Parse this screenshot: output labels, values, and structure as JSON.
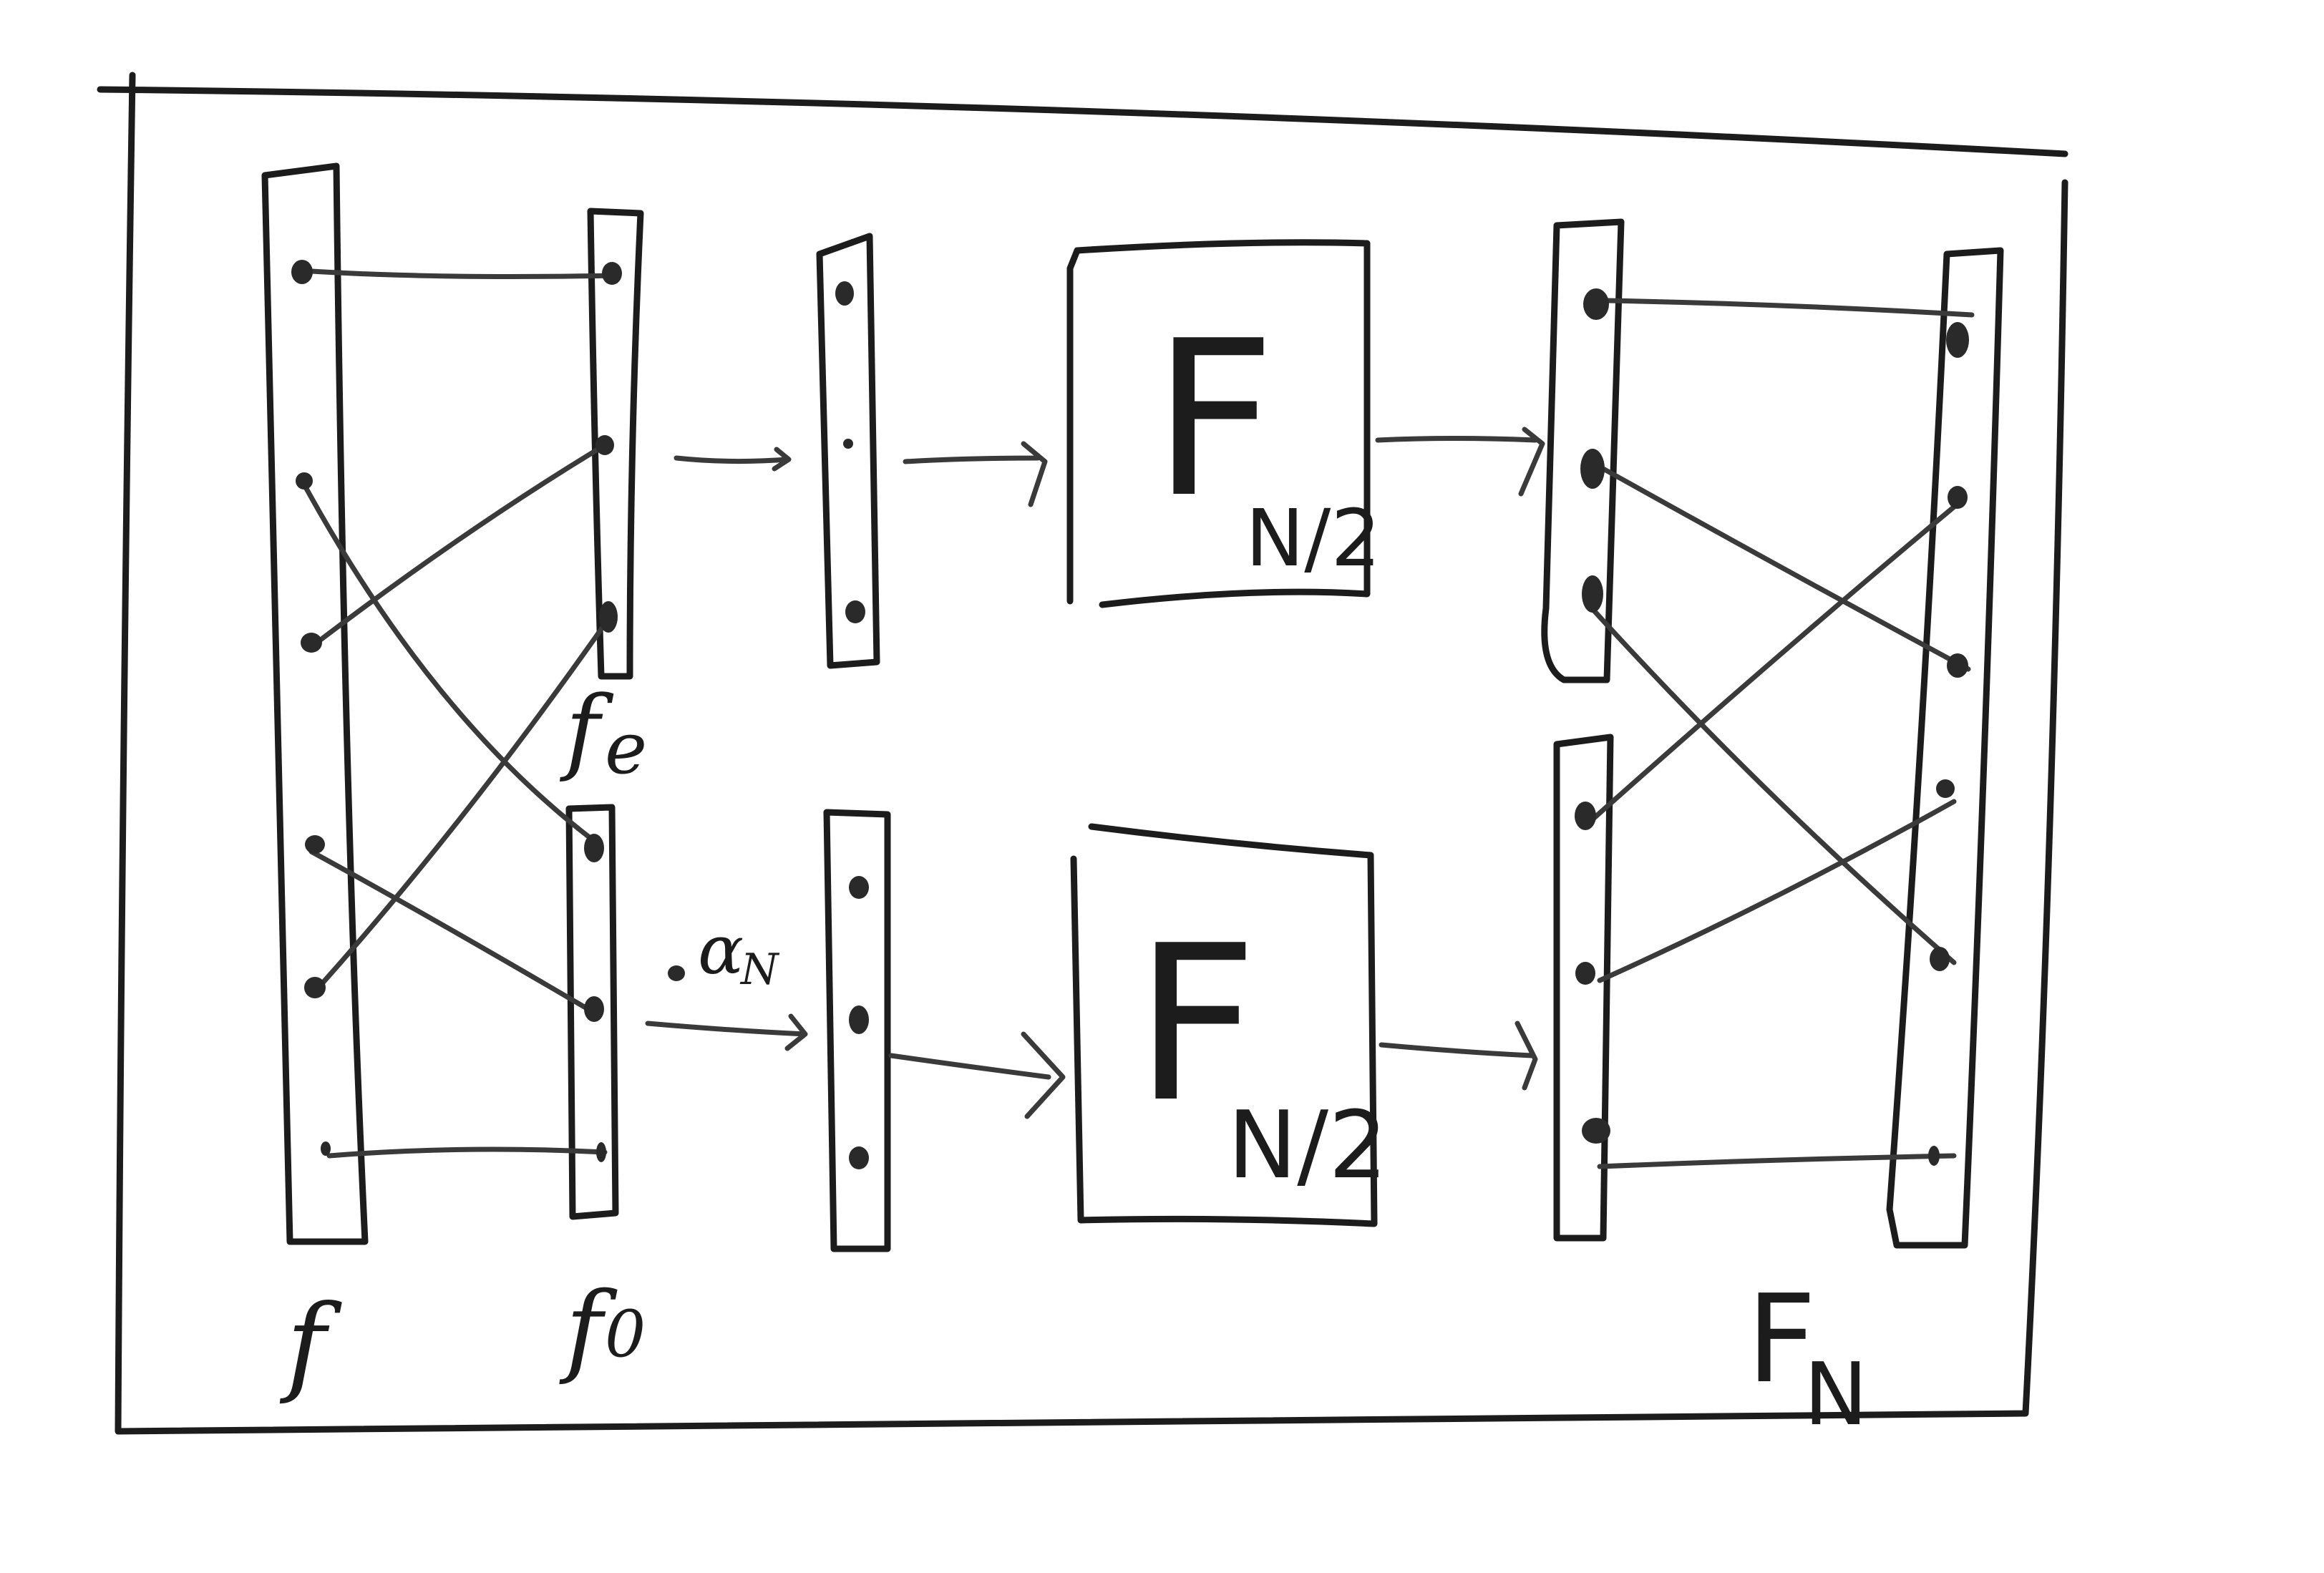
{
  "diagram": {
    "fft_block_top": {
      "main": "F",
      "sub": "N/2"
    },
    "fft_block_bottom": {
      "main": "F",
      "sub": "N/2"
    },
    "outer_label": {
      "main": "F",
      "sub": "N"
    },
    "label_f": "f",
    "label_fe": "f",
    "label_fe_sub": "e",
    "label_fo": "f",
    "label_fo_sub": "0",
    "twiddle_label": "α",
    "twiddle_label_sub": "N"
  }
}
